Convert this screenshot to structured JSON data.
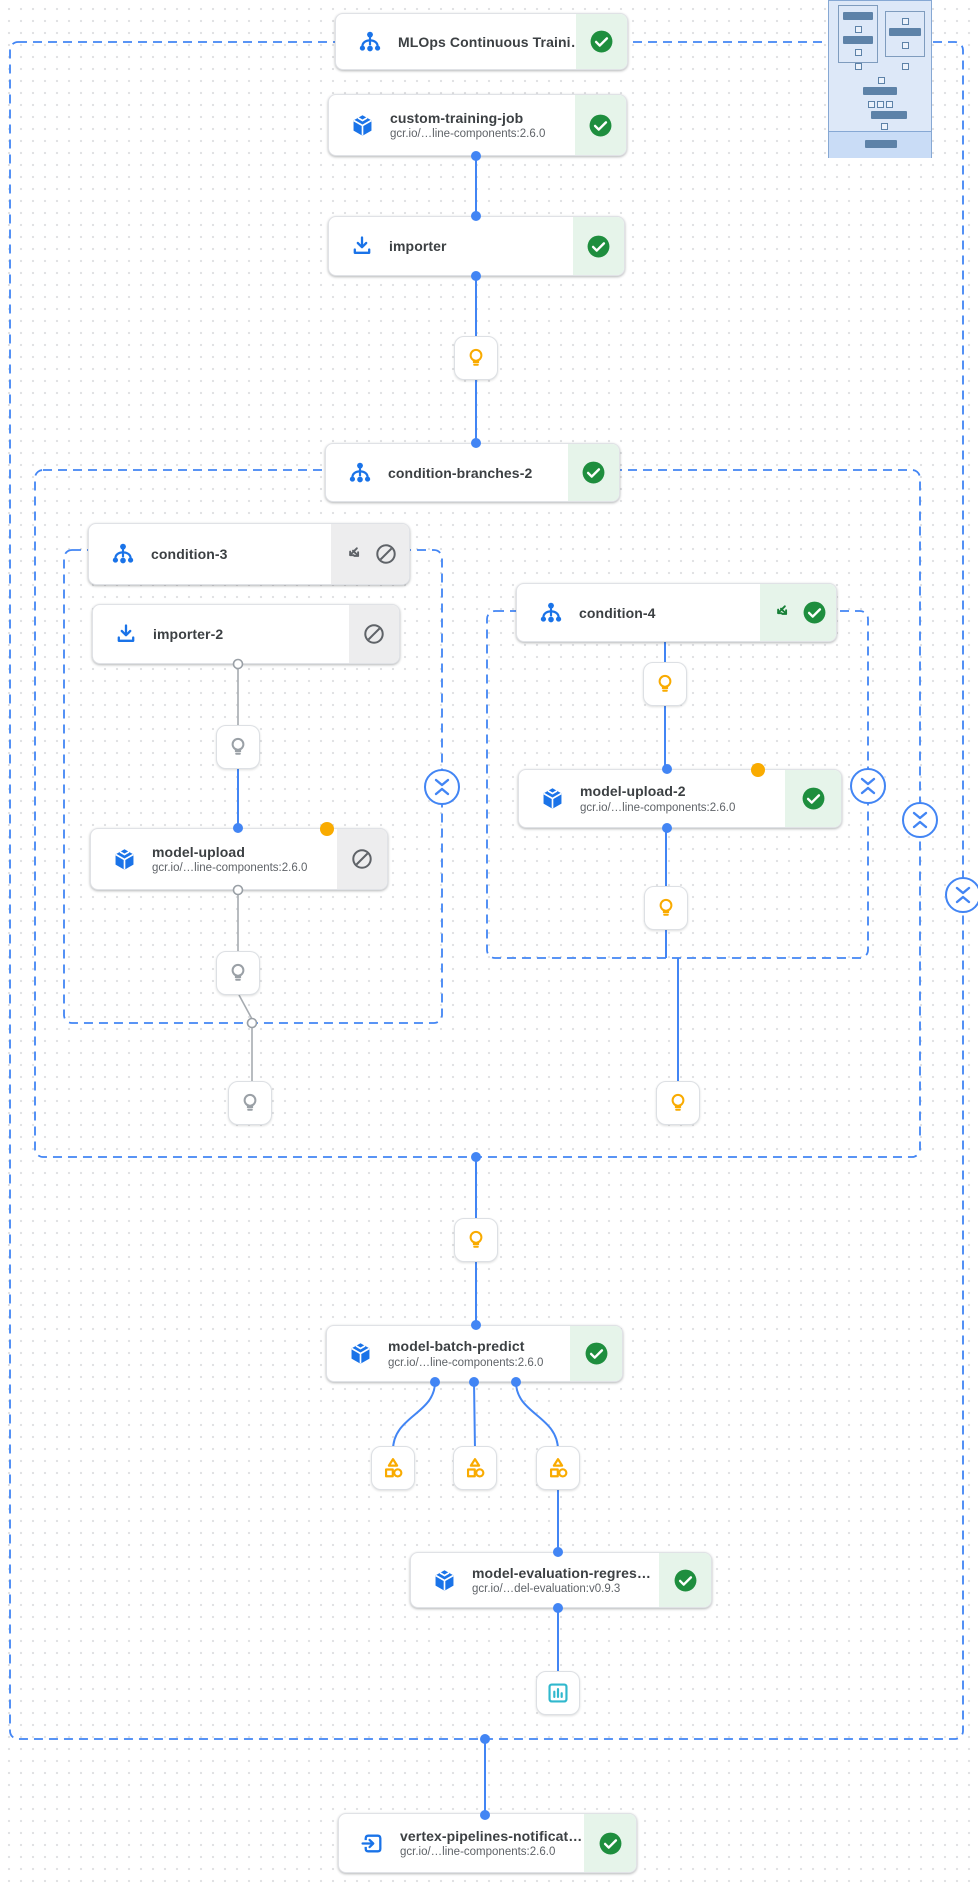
{
  "colors": {
    "edge_blue": "#4285f4",
    "icon_blue": "#1a73e8",
    "success_green": "#1e8e3e",
    "success_bg": "#e6f4ea",
    "skipped_gray": "#5f6368",
    "skipped_bg": "#ededee",
    "artifact_yellow": "#f9ab00",
    "metrics_teal": "#30b8cd",
    "container_dash_blue": "#4285f4"
  },
  "icons": {
    "condition-branch-icon": "trident fork glyph",
    "importer-icon": "download arrow into tray",
    "component-cube-icon": "3d cube",
    "exit-handler-icon": "arrow into box",
    "artifact-lightbulb-icon": "lightbulb outline",
    "artifact-shapes-icon": "triangle square circle",
    "metrics-chart-icon": "bar chart in frame",
    "success-icon": "check in green circle",
    "skipped-icon": "circle with slash",
    "sub-dag-arrows-icon": "two diverging down arrows",
    "collapse-icon": "chevrons facing inward"
  },
  "nodes": {
    "pipeline_header": {
      "label": "MLOps Continuous Traini…",
      "status": "succeeded"
    },
    "custom_training_job": {
      "label": "custom-training-job",
      "sublabel": "gcr.io/…line-components:2.6.0",
      "status": "succeeded"
    },
    "importer": {
      "label": "importer",
      "status": "succeeded"
    },
    "condition_branches_2": {
      "label": "condition-branches-2",
      "status": "succeeded"
    },
    "condition_3": {
      "label": "condition-3",
      "status": "skipped"
    },
    "importer_2": {
      "label": "importer-2",
      "status": "skipped"
    },
    "model_upload": {
      "label": "model-upload",
      "sublabel": "gcr.io/…line-components:2.6.0",
      "status": "skipped"
    },
    "condition_4": {
      "label": "condition-4",
      "status": "succeeded"
    },
    "model_upload_2": {
      "label": "model-upload-2",
      "sublabel": "gcr.io/…line-components:2.6.0",
      "status": "succeeded"
    },
    "model_batch_predict": {
      "label": "model-batch-predict",
      "sublabel": "gcr.io/…line-components:2.6.0",
      "status": "succeeded"
    },
    "model_evaluation": {
      "label": "model-evaluation-regres…",
      "sublabel": "gcr.io/…del-evaluation:v0.9.3",
      "status": "succeeded"
    },
    "vertex_pipelines_notification": {
      "label": "vertex-pipelines-notificat…",
      "sublabel": "gcr.io/…line-components:2.6.0",
      "status": "succeeded"
    }
  }
}
